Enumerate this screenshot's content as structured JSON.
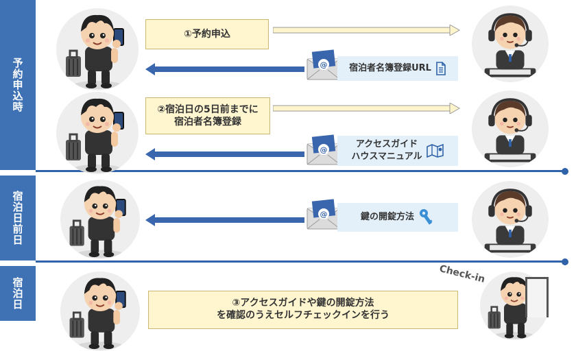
{
  "sections": [
    {
      "label": "予約申込時"
    },
    {
      "label": "宿泊日前日"
    },
    {
      "label": "宿泊日"
    }
  ],
  "steps": {
    "step1": "①予約申込",
    "step2_line1": "②宿泊日の5日前までに",
    "step2_line2": "宿泊者名簿登録",
    "step3_line1": "③アクセスガイドや鍵の開錠方法",
    "step3_line2": "を確認のうえセルフチェックインを行う"
  },
  "messages": {
    "registration_url": "宿泊者名簿登録URL",
    "access_guide": "アクセスガイド",
    "house_manual": "ハウスマニュアル",
    "key_unlock": "鍵の開錠方法"
  },
  "checkin_label": "Check-in",
  "icons": {
    "document": "document-icon",
    "map": "map-icon",
    "key": "key-icon",
    "envelope": "envelope-icon"
  },
  "colors": {
    "sidebar": "#3e72b5",
    "arrow_blue": "#3a66ad",
    "arrow_yellow": "#fff5cc",
    "step_box": "#fff6d0",
    "info_box": "#e3f0fa"
  }
}
